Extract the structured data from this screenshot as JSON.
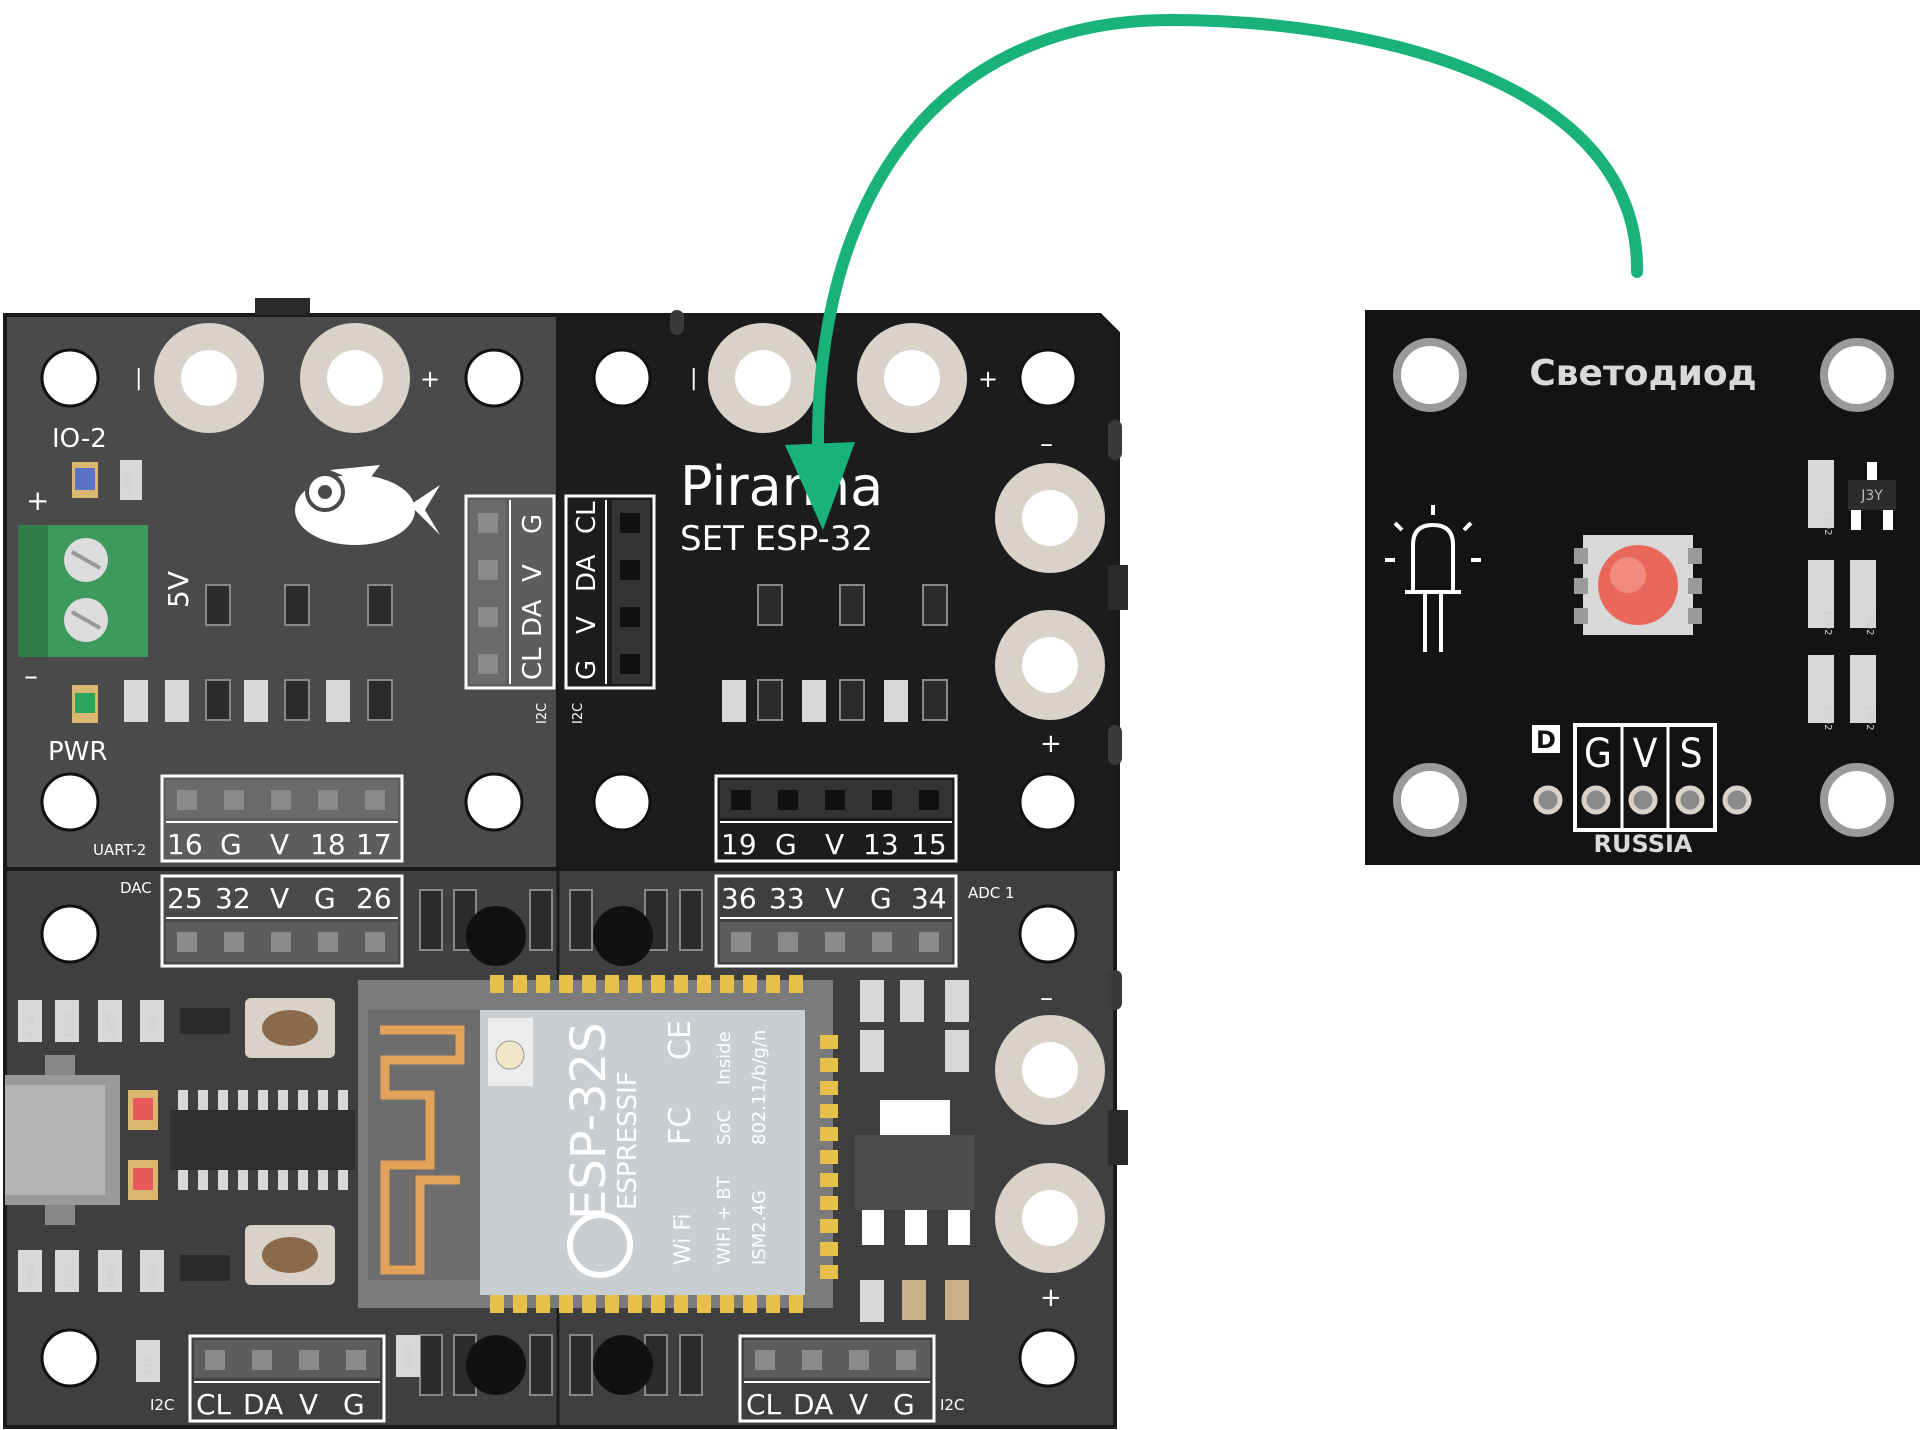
{
  "colors": {
    "arrow": "#19b27b",
    "board_dark": "#1c1c1d",
    "board_gray": "#4a4a4a",
    "module_bg": "#131313",
    "led": "#e9685b",
    "terminal_green": "#3e9a5c",
    "esp_shield": "#c9ced3"
  },
  "left_board": {
    "pad_minus": "|",
    "pad_plus": "+",
    "io2_label": "IO-2",
    "plus_label": "+",
    "minus_label": "–",
    "v5_label": "5V",
    "pwr_label": "PWR",
    "r_1001": "1001",
    "r_2000": "2000",
    "i2c_label": "I2C",
    "i2c_pins": [
      "CL",
      "DA",
      "V",
      "G"
    ],
    "uart_label": "UART-2",
    "uart_pins": [
      "16",
      "G",
      "V",
      "18",
      "17"
    ],
    "dac_label": "DAC",
    "dac_pins": [
      "25",
      "32",
      "V",
      "G",
      "26"
    ]
  },
  "right_board": {
    "title": "Piranha",
    "subtitle": "SET ESP-32",
    "pad_minus": "|",
    "pad_plus": "+",
    "side_minus": "–",
    "side_plus": "+",
    "i2c_label": "I2C",
    "i2c_pins": [
      "G",
      "V",
      "DA",
      "CL"
    ],
    "r_2000": "2000",
    "r_2002": "2002",
    "bottom_pins": [
      "19",
      "G",
      "V",
      "13",
      "15"
    ],
    "adc_label": "ADC 1",
    "adc_pins": [
      "36",
      "33",
      "V",
      "G",
      "34"
    ]
  },
  "esp_module": {
    "name": "ESP-32S",
    "maker": "ESPRESSIF",
    "ce": "CE",
    "fcc": "FC",
    "soc": "SoC",
    "inside": "Inside",
    "std": "802.11/b/g/n",
    "wifi_bt": "WIFI + BT",
    "band": "ISM2.4G",
    "wifi_logo": "Wi Fi"
  },
  "bottom_board": {
    "r_4700": "4700",
    "r_1002": "1002",
    "r_1001": "1001",
    "r_51r": "51R",
    "r_2000": "2000",
    "i2c_label": "I2C",
    "i2c_pins_left": [
      "CL",
      "DA",
      "V",
      "G"
    ],
    "i2c_pins_right": [
      "CL",
      "DA",
      "V",
      "G"
    ],
    "side_minus": "–",
    "side_plus": "+"
  },
  "led_module": {
    "title": "Светодиод",
    "pins": [
      "G",
      "V",
      "S"
    ],
    "d_label": "D",
    "country": "RUSSIA",
    "r_1002": "1002",
    "transistor": "J3Y"
  }
}
